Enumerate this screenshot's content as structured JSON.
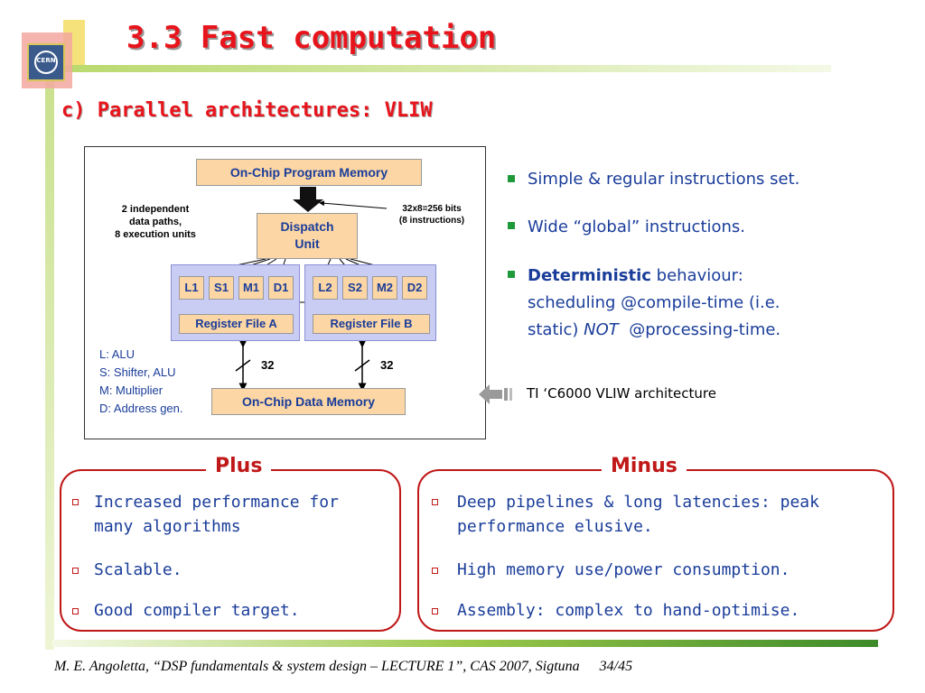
{
  "header": {
    "title": "3.3 Fast computation",
    "subtitle": "c) Parallel architectures: VLIW",
    "logo_text": "CERN"
  },
  "diagram": {
    "program_memory": "On-Chip Program Memory",
    "dispatch_line1": "Dispatch",
    "dispatch_line2": "Unit",
    "bits_line1": "32x8=256 bits",
    "bits_line2": "(8 instructions)",
    "paths_line1": "2 independent",
    "paths_line2": "data paths,",
    "paths_line3": "8 execution units",
    "units_a": [
      "L1",
      "S1",
      "M1",
      "D1"
    ],
    "units_b": [
      "L2",
      "S2",
      "M2",
      "D2"
    ],
    "register_a": "Register File A",
    "register_b": "Register File B",
    "bus_a": "32",
    "bus_b": "32",
    "data_memory": "On-Chip Data Memory",
    "legend": [
      "L: ALU",
      "S: Shifter, ALU",
      "M: Multiplier",
      "D: Address gen."
    ]
  },
  "features": {
    "item1": "Simple & regular instructions set.",
    "item2": "Wide “global” instructions.",
    "item3_bold": "Deterministic",
    "item3_line1_rest": " behaviour:",
    "item3_line2": "scheduling @compile-time (i.e.",
    "item3_line3_a": "static) ",
    "item3_line3_italic": "NOT",
    "item3_line3_b": "  @processing-time.",
    "caption": "TI ‘C6000 VLIW architecture"
  },
  "plus": {
    "title": "Plus",
    "items": [
      {
        "line1": "Increased performance for",
        "line2": "many algorithms"
      },
      {
        "line1": "Scalable."
      },
      {
        "line1": "Good compiler target."
      }
    ]
  },
  "minus": {
    "title": "Minus",
    "items": [
      {
        "line1": "Deep pipelines & long latencies: peak",
        "line2": "performance elusive."
      },
      {
        "line1": "High memory use/power consumption."
      },
      {
        "line1": "Assembly: complex to hand-optimise."
      }
    ]
  },
  "footer": {
    "citation": "M. E. Angoletta, “DSP fundamentals & system design – LECTURE 1”, CAS 2007, Sigtuna",
    "page": "34/45"
  },
  "colors": {
    "title_red": "#e8141c",
    "text_blue": "#1a3d9a",
    "panel_red": "#c01818",
    "bullet_green": "#1f9a3a"
  }
}
